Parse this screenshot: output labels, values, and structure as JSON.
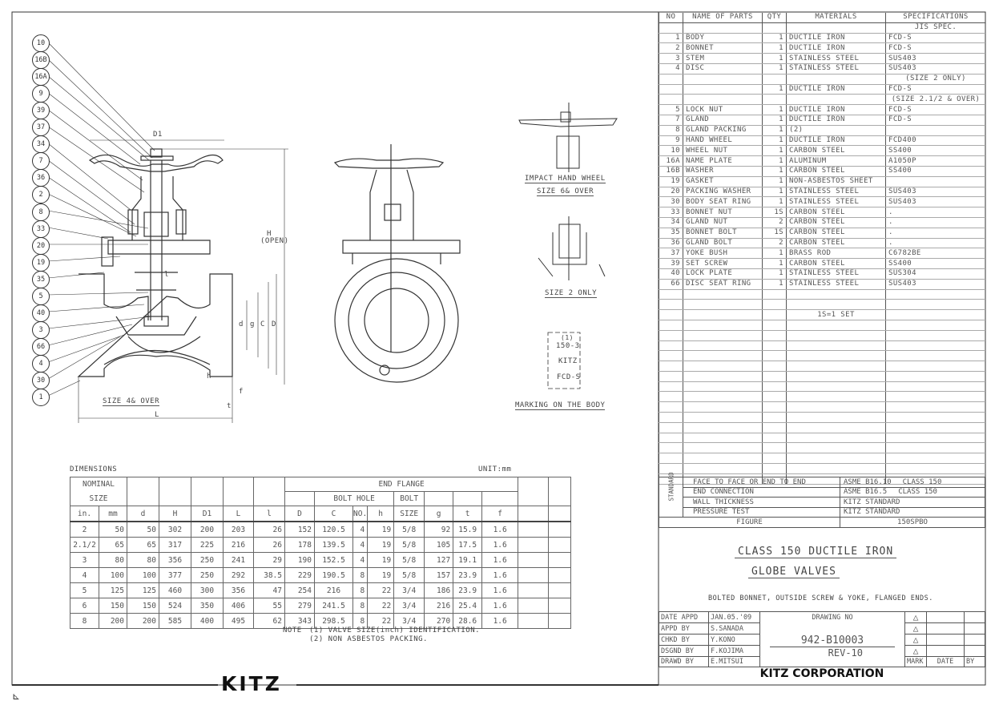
{
  "balloons": [
    "10",
    "16B",
    "16A",
    "9",
    "39",
    "37",
    "34",
    "7",
    "36",
    "2",
    "8",
    "33",
    "20",
    "19",
    "35",
    "5",
    "40",
    "3",
    "66",
    "4",
    "30",
    "1"
  ],
  "main_view": {
    "dim_D1": "D1",
    "dim_H": "H",
    "dim_H_note": "(OPEN)",
    "dim_l": "l",
    "dim_d": "d",
    "dim_g": "g",
    "dim_C": "C",
    "dim_D": "D",
    "dim_h": "h",
    "dim_f": "f",
    "dim_t": "t",
    "dim_L": "L",
    "size_note": "SIZE 4& OVER"
  },
  "details": {
    "impact_label": "IMPACT HAND WHEEL",
    "impact_size": "SIZE 6& OVER",
    "size2_label": "SIZE 2 ONLY",
    "marking": {
      "line1": "150-3",
      "sup": "(1)",
      "line2": "KITZ",
      "line3": "FCD-S",
      "label": "MARKING ON THE BODY"
    }
  },
  "parts_table": {
    "headers": [
      "NO",
      "NAME OF PARTS",
      "QTY",
      "MATERIALS",
      "SPECIFICATIONS"
    ],
    "rows": [
      [
        "",
        "",
        "",
        "",
        "JIS SPEC."
      ],
      [
        "1",
        "BODY",
        "1",
        "DUCTILE IRON",
        "FCD-S"
      ],
      [
        "2",
        "BONNET",
        "1",
        "DUCTILE IRON",
        "FCD-S"
      ],
      [
        "3",
        "STEM",
        "1",
        "STAINLESS STEEL",
        "SUS403"
      ],
      [
        "4",
        "DISC",
        "1",
        "STAINLESS STEEL",
        "SUS403"
      ],
      [
        "",
        "",
        "",
        "",
        "(SIZE 2 ONLY)"
      ],
      [
        "",
        "",
        "1",
        "DUCTILE IRON",
        "FCD-S"
      ],
      [
        "",
        "",
        "",
        "",
        "(SIZE 2.1/2 & OVER)"
      ],
      [
        "5",
        "LOCK NUT",
        "1",
        "DUCTILE IRON",
        "FCD-S"
      ],
      [
        "7",
        "GLAND",
        "1",
        "DUCTILE IRON",
        "FCD-S"
      ],
      [
        "8",
        "GLAND PACKING",
        "1",
        "(2)",
        ""
      ],
      [
        "9",
        "HAND WHEEL",
        "1",
        "DUCTILE IRON",
        "FCD400"
      ],
      [
        "10",
        "WHEEL NUT",
        "1",
        "CARBON STEEL",
        "SS400"
      ],
      [
        "16A",
        "NAME PLATE",
        "1",
        "ALUMINUM",
        "A1050P"
      ],
      [
        "16B",
        "WASHER",
        "1",
        "CARBON STEEL",
        "SS400"
      ],
      [
        "19",
        "GASKET",
        "1",
        "NON-ASBESTOS SHEET",
        ""
      ],
      [
        "20",
        "PACKING WASHER",
        "1",
        "STAINLESS STEEL",
        "SUS403"
      ],
      [
        "30",
        "BODY SEAT RING",
        "1",
        "STAINLESS STEEL",
        "SUS403"
      ],
      [
        "33",
        "BONNET NUT",
        "1S",
        "CARBON STEEL",
        "."
      ],
      [
        "34",
        "GLAND NUT",
        "2",
        "CARBON STEEL",
        "."
      ],
      [
        "35",
        "BONNET BOLT",
        "1S",
        "CARBON STEEL",
        "."
      ],
      [
        "36",
        "GLAND BOLT",
        "2",
        "CARBON STEEL",
        "."
      ],
      [
        "37",
        "YOKE BUSH",
        "1",
        "BRASS ROD",
        "C6782BE"
      ],
      [
        "39",
        "SET SCREW",
        "1",
        "CARBON STEEL",
        "SS400"
      ],
      [
        "40",
        "LOCK PLATE",
        "1",
        "STAINLESS STEEL",
        "SUS304"
      ],
      [
        "66",
        "DISC SEAT RING",
        "1",
        "STAINLESS STEEL",
        "SUS403"
      ],
      [
        "",
        "",
        "",
        "",
        ""
      ],
      [
        "",
        "",
        "",
        "",
        ""
      ],
      [
        "",
        "",
        "",
        "1S=1 SET",
        ""
      ]
    ]
  },
  "standard": {
    "label": "STANDARD",
    "rows": [
      [
        "FACE TO FACE OR END TO END",
        "ASME B16.10",
        "CLASS 150"
      ],
      [
        "END CONNECTION",
        "ASME B16.5",
        "CLASS 150"
      ],
      [
        "WALL THICKNESS",
        "KITZ STANDARD",
        ""
      ],
      [
        "PRESSURE TEST",
        "KITZ STANDARD",
        ""
      ]
    ],
    "figure_label": "FIGURE",
    "figure_value": "150SPBO"
  },
  "title": {
    "line1": "CLASS 150 DUCTILE IRON",
    "line2": "GLOBE VALVES",
    "subtitle": "BOLTED BONNET, OUTSIDE SCREW & YOKE, FLANGED ENDS."
  },
  "approval": {
    "rows": [
      [
        "DATE APPD",
        "JAN.05.'09"
      ],
      [
        "APPD BY",
        "S.SANADA"
      ],
      [
        "CHKD BY",
        "Y.KONO"
      ],
      [
        "DSGND BY",
        "F.KOJIMA"
      ],
      [
        "DRAWD BY",
        "E.MITSUI"
      ]
    ],
    "drawing_no_label": "DRAWING NO",
    "drawing_no": "942-B10003",
    "rev": "REV-10",
    "mark": "MARK",
    "date": "DATE",
    "by": "BY",
    "company": "KITZ CORPORATION"
  },
  "dimensions": {
    "title": "DIMENSIONS",
    "unit": "UNIT:mm",
    "h_nominal": "NOMINAL",
    "h_size": "SIZE",
    "h_end_flange": "END FLANGE",
    "h_bolt_hole": "BOLT HOLE",
    "h_bolt": "BOLT",
    "cols": [
      "in.",
      "mm",
      "d",
      "H",
      "D1",
      "L",
      "l",
      "D",
      "C",
      "NO.",
      "h",
      "SIZE",
      "g",
      "t",
      "f"
    ],
    "rows": [
      [
        "2",
        "50",
        "50",
        "302",
        "200",
        "203",
        "26",
        "152",
        "120.5",
        "4",
        "19",
        "5/8",
        "92",
        "15.9",
        "1.6"
      ],
      [
        "2.1/2",
        "65",
        "65",
        "317",
        "225",
        "216",
        "26",
        "178",
        "139.5",
        "4",
        "19",
        "5/8",
        "105",
        "17.5",
        "1.6"
      ],
      [
        "3",
        "80",
        "80",
        "356",
        "250",
        "241",
        "29",
        "190",
        "152.5",
        "4",
        "19",
        "5/8",
        "127",
        "19.1",
        "1.6"
      ],
      [
        "4",
        "100",
        "100",
        "377",
        "250",
        "292",
        "38.5",
        "229",
        "190.5",
        "8",
        "19",
        "5/8",
        "157",
        "23.9",
        "1.6"
      ],
      [
        "5",
        "125",
        "125",
        "460",
        "300",
        "356",
        "47",
        "254",
        "216",
        "8",
        "22",
        "3/4",
        "186",
        "23.9",
        "1.6"
      ],
      [
        "6",
        "150",
        "150",
        "524",
        "350",
        "406",
        "55",
        "279",
        "241.5",
        "8",
        "22",
        "3/4",
        "216",
        "25.4",
        "1.6"
      ],
      [
        "8",
        "200",
        "200",
        "585",
        "400",
        "495",
        "62",
        "343",
        "298.5",
        "8",
        "22",
        "3/4",
        "270",
        "28.6",
        "1.6"
      ]
    ],
    "note_label": "NOTE",
    "notes": [
      "(1)  VALVE SIZE(inch)  IDENTIFICATION.",
      "(2)  NON ASBESTOS PACKING."
    ]
  },
  "logo": "KITZ",
  "corner_mark": "⊾"
}
